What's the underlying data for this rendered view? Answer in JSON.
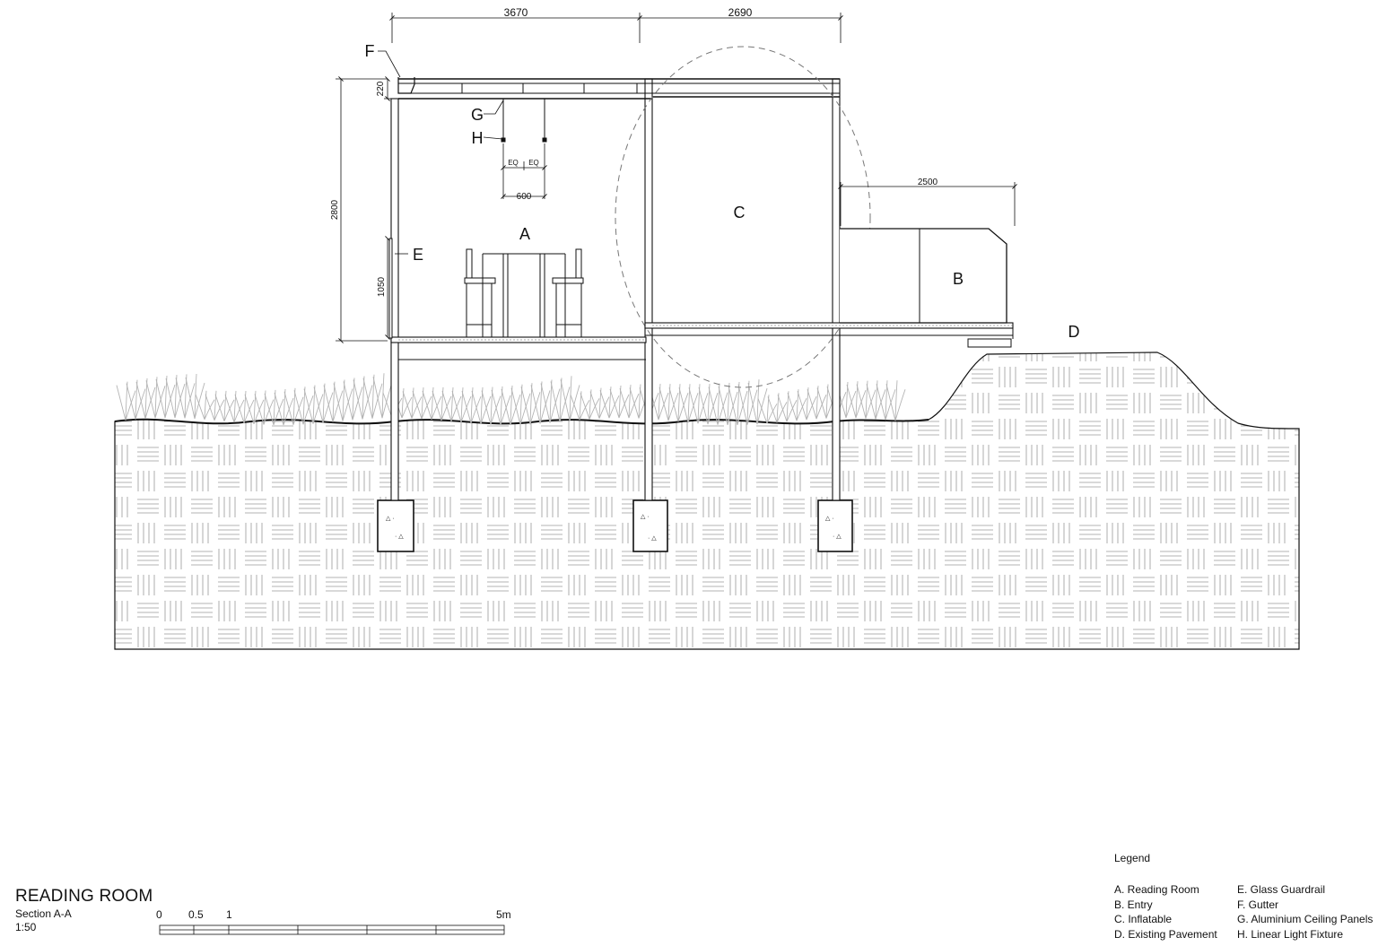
{
  "title": "READING ROOM",
  "section": "Section A-A",
  "scale": "1:50",
  "scale_bar": {
    "labels": [
      "0",
      "0.5",
      "1",
      "5m"
    ]
  },
  "dimensions": {
    "top_left": "3670",
    "top_right": "2690",
    "entry_width": "2500",
    "height": "2800",
    "roof": "220",
    "guardrail_height": "1050",
    "light_spacing": "600",
    "eq_left": "EQ",
    "eq_right": "EQ"
  },
  "labels": {
    "a": "A",
    "b": "B",
    "c": "C",
    "d": "D",
    "e": "E",
    "f": "F",
    "g": "G",
    "h": "H"
  },
  "legend": {
    "heading": "Legend",
    "col1": [
      "A. Reading Room",
      "B. Entry",
      "C. Inflatable",
      "D. Existing Pavement"
    ],
    "col2": [
      "E. Glass Guardrail",
      "F. Gutter",
      "G. Aluminium Ceiling Panels",
      "H. Linear Light Fixture"
    ]
  }
}
